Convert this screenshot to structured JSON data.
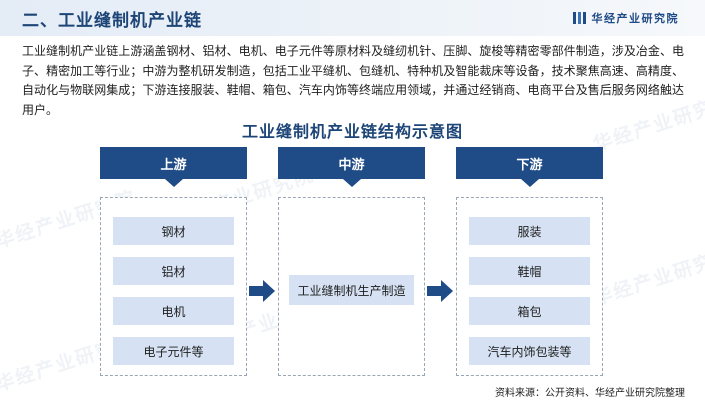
{
  "header": {
    "title": "二、工业缝制机产业链",
    "brand": "华经产业研究院"
  },
  "intro": "工业缝制机产业链上游涵盖钢材、铝材、电机、电子元件等原材料及缝纫机针、压脚、旋梭等精密零部件制造，涉及冶金、电子、精密加工等行业；中游为整机研发制造，包括工业平缝机、包缝机、特种机及智能裁床等设备，技术聚焦高速、高精度、自动化与物联网集成；下游连接服装、鞋帽、箱包、汽车内饰等终端应用领域，并通过经销商、电商平台及售后服务网络触达用户。",
  "diagram": {
    "title": "工业缝制机产业链结构示意图",
    "upstream": {
      "label": "上游",
      "items": [
        "钢材",
        "铝材",
        "电机",
        "电子元件等"
      ]
    },
    "midstream": {
      "label": "中游",
      "items": [
        "工业缝制机生产制造"
      ]
    },
    "downstream": {
      "label": "下游",
      "items": [
        "服装",
        "鞋帽",
        "箱包",
        "汽车内饰包装等"
      ]
    }
  },
  "source": "资料来源：公开资料、华经产业研究院整理",
  "watermark": "华经产业研究院",
  "colors": {
    "primary": "#1f4b86",
    "item_bg": "#d6e2f3",
    "header_bg": "#e4ecf6"
  }
}
